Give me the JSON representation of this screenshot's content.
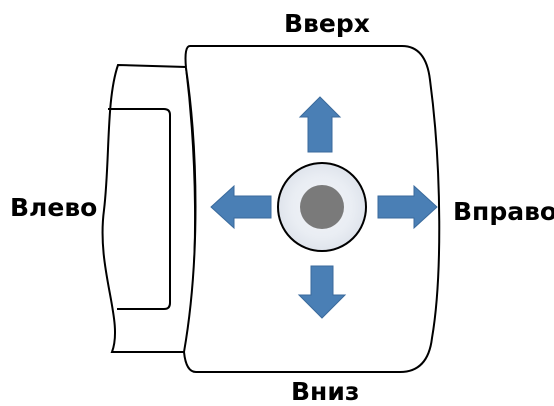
{
  "labels": {
    "up": "Вверх",
    "down": "Вниз",
    "left": "Влево",
    "right": "Вправо"
  },
  "colors": {
    "arrow": "#4a7fb5",
    "arrow_stroke": "#3a6a9c",
    "knob": "#7a7a7a",
    "outline": "#000000"
  },
  "icons": {
    "up": "arrow-up-icon",
    "down": "arrow-down-icon",
    "left": "arrow-left-icon",
    "right": "arrow-right-icon",
    "center": "joystick-knob-icon"
  }
}
